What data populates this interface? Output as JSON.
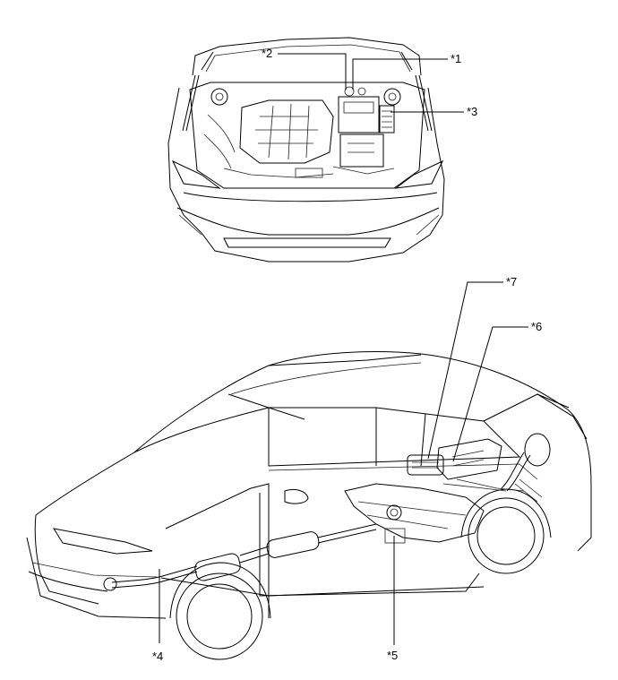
{
  "callouts": {
    "c1": "*1",
    "c2": "*2",
    "c3": "*3",
    "c4": "*4",
    "c5": "*5",
    "c6": "*6",
    "c7": "*7"
  },
  "colors": {
    "line": "#000000",
    "background": "#ffffff"
  }
}
